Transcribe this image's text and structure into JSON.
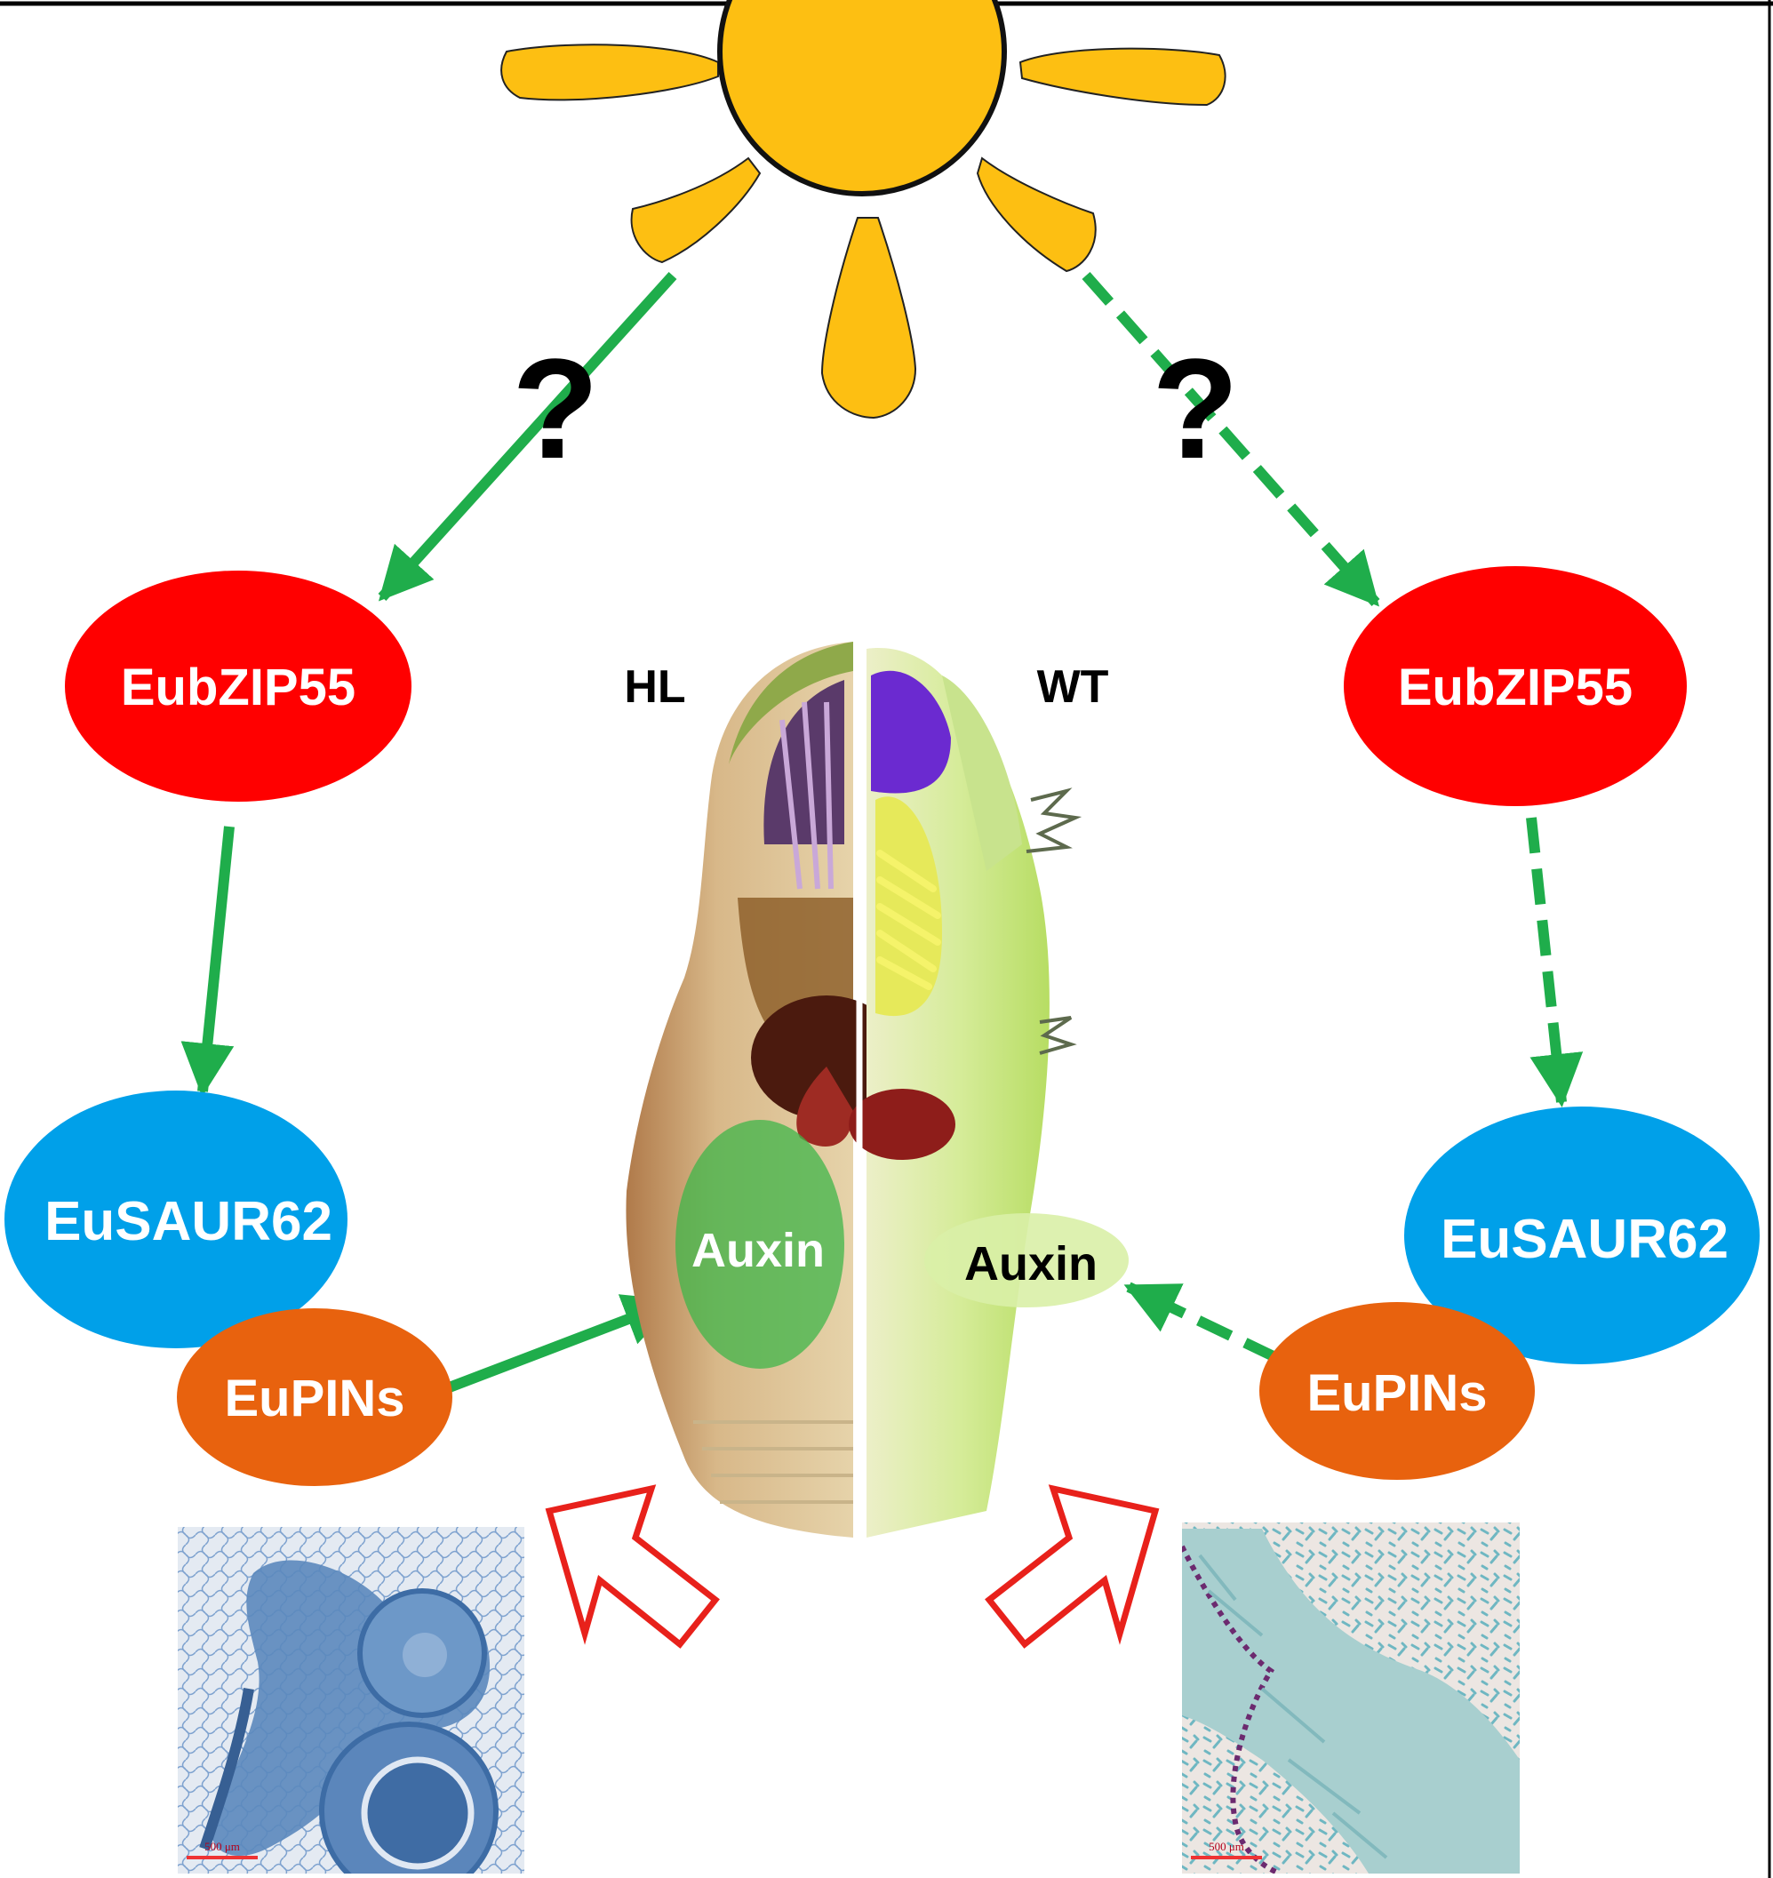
{
  "diagram": {
    "question_mark": "?",
    "left": {
      "condition": "HL",
      "bzip": "EubZIP55",
      "saur": "EuSAUR62",
      "pins": "EuPINs",
      "auxin": "Auxin",
      "scale_bar": "500 μm"
    },
    "right": {
      "condition": "WT",
      "bzip": "EubZIP55",
      "saur": "EuSAUR62",
      "pins": "EuPINs",
      "auxin": "Auxin",
      "scale_bar": "500 μm"
    },
    "colors": {
      "bzip": "#ff0000",
      "saur": "#00a0e9",
      "pins": "#e8620e",
      "arrow": "#1fad4b",
      "sun": "#fdbf12",
      "outline_arrow": "#e8211b"
    }
  }
}
